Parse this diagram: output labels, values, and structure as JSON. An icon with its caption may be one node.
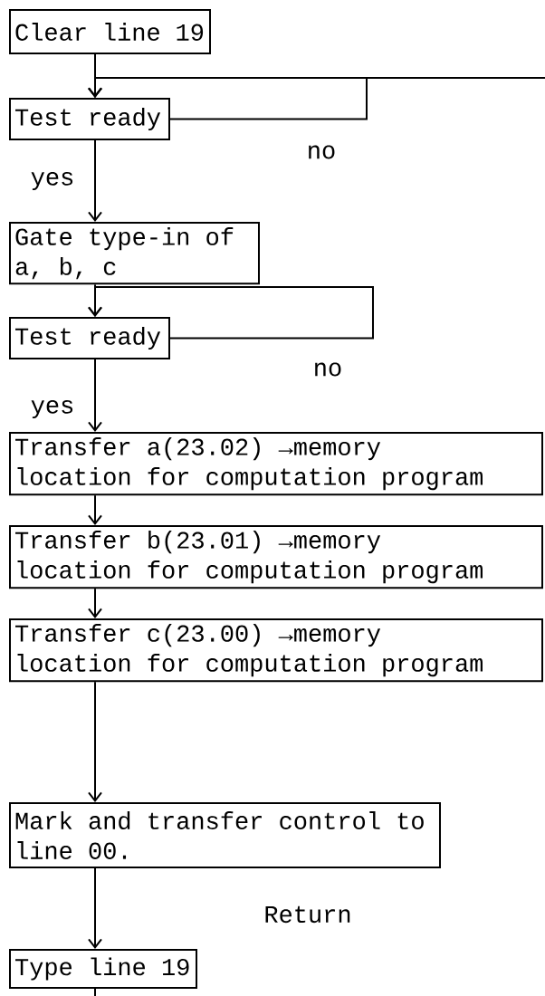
{
  "diagram": {
    "nodes": [
      {
        "text": [
          "Clear line 19"
        ]
      },
      {
        "text": [
          "Test ready"
        ]
      },
      {
        "text": [
          "Gate type-in of a, b, c"
        ]
      },
      {
        "text": [
          "Test ready"
        ]
      },
      {
        "text": [
          "Transfer a(23.02) →memory location for computation program"
        ]
      },
      {
        "text": [
          "Transfer b(23.01) →memory location for computation program"
        ]
      },
      {
        "text": [
          "Transfer c(23.00) →memory location for computation program"
        ]
      },
      {
        "text": [
          "Mark and transfer control to line 00."
        ]
      },
      {
        "text": [
          "Type line 19"
        ]
      }
    ],
    "edges": [
      {
        "from": 0,
        "to": 1,
        "arrow": "to"
      },
      {
        "from": 1,
        "to": 1,
        "arrow": "to",
        "label": "no"
      },
      {
        "from": null,
        "to": 1,
        "arrow": "to"
      },
      {
        "from": 1,
        "to": 2,
        "arrow": "to",
        "label": "yes"
      },
      {
        "from": 2,
        "to": 3,
        "arrow": "to"
      },
      {
        "from": 3,
        "to": 3,
        "arrow": "to",
        "label": "no"
      },
      {
        "from": 3,
        "to": 4,
        "arrow": "to",
        "label": "yes"
      },
      {
        "from": 4,
        "to": 5,
        "arrow": "to"
      },
      {
        "from": 5,
        "to": 6,
        "arrow": "to"
      },
      {
        "from": 6,
        "to": 7,
        "arrow": "to"
      },
      {
        "from": 7,
        "to": 8,
        "arrow": "to"
      },
      {
        "from": 8,
        "to": null,
        "arrow": "none"
      }
    ],
    "labels": [
      "Return"
    ]
  }
}
